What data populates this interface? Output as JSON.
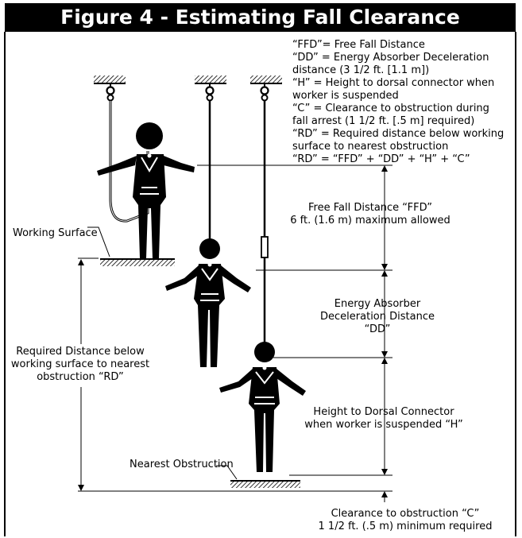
{
  "header": {
    "title": "Figure 4 - Estimating Fall Clearance"
  },
  "legend": {
    "lines": [
      "“FFD”= Free Fall Distance",
      "“DD” = Energy Absorber Deceleration",
      "distance (3 1/2 ft. [1.1 m])",
      "“H”   = Height to dorsal connector when",
      "worker is suspended",
      "“C”   = Clearance to obstruction during",
      "fall arrest (1 1/2 ft. [.5 m] required)",
      "“RD”  = Required distance below working",
      "surface to nearest obstruction",
      "“RD” = “FFD” + “DD” + “H” + “C”"
    ]
  },
  "labels": {
    "working_surface": "Working Surface",
    "nearest_obstruction": "Nearest Obstruction",
    "ffd": [
      "Free Fall Distance “FFD”",
      "6 ft. (1.6 m) maximum allowed"
    ],
    "dd": [
      "Energy Absorber",
      "Deceleration Distance",
      "“DD”"
    ],
    "h": [
      "Height to Dorsal Connector",
      "when worker is suspended “H”"
    ],
    "c": [
      "Clearance to obstruction “C”",
      "1 1/2 ft. (.5 m) minimum required"
    ],
    "rd": [
      "Required Distance below",
      "working surface to nearest",
      "obstruction “RD”"
    ]
  },
  "colors": {
    "ink": "#000000",
    "background": "#ffffff",
    "header_bg": "#000000",
    "header_text": "#ffffff"
  }
}
